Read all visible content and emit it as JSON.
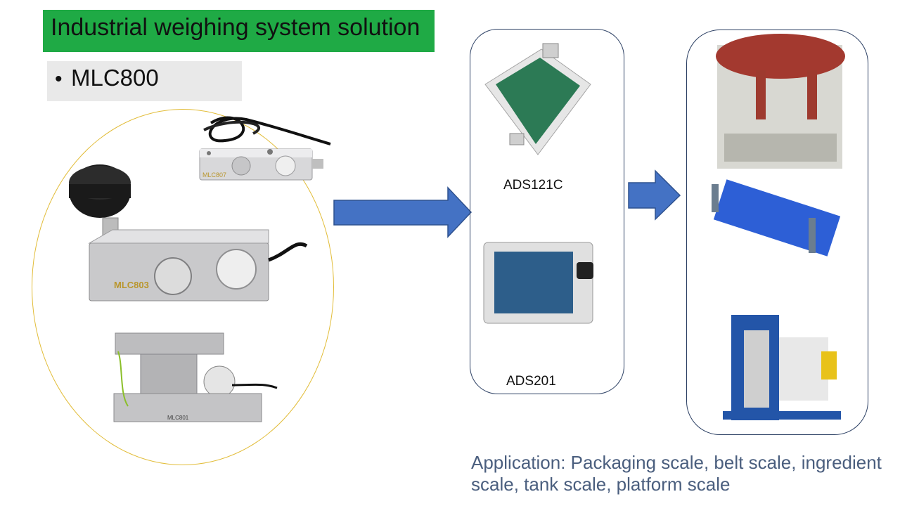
{
  "header": {
    "title": "Industrial weighing system solution",
    "subtitle_bullet": "•",
    "subtitle": "MLC800"
  },
  "load_cells": [
    {
      "label": "MLC807"
    },
    {
      "label": "MLC803"
    },
    {
      "label": "MLC801"
    }
  ],
  "transmitters": [
    {
      "label": "ADS121C"
    },
    {
      "label": "ADS201"
    }
  ],
  "application_text": "Application: Packaging scale, belt scale, ingredient scale, tank scale, platform scale",
  "colors": {
    "title_bg": "#1faa45",
    "arrow": "#4472c4",
    "ellipse": "#e2bd3a",
    "panel_border": "#2b3f63",
    "application_text": "#4a5e7e"
  },
  "icons": [
    "flow-arrow-icon",
    "flow-arrow-icon"
  ]
}
